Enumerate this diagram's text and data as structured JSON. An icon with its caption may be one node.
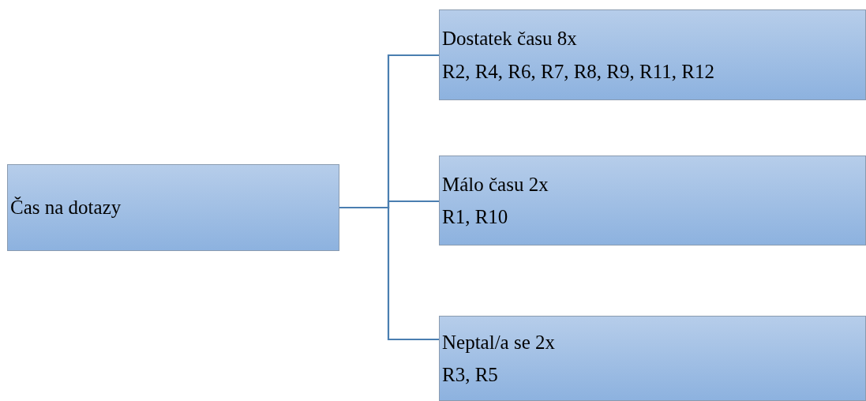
{
  "diagram": {
    "nodes": [
      {
        "text": [
          "Čas na dotazy"
        ]
      },
      {
        "text": [
          "Dostatek času 8x",
          "R2, R4, R6, R7, R8, R9, R11, R12"
        ]
      },
      {
        "text": [
          "Málo času 2x",
          "R1, R10"
        ]
      },
      {
        "text": [
          "Neptal/a se 2x",
          "R3, R5"
        ]
      }
    ],
    "edges": [
      {
        "from": 0,
        "to": 1,
        "arrow": "none"
      },
      {
        "from": 0,
        "to": 2,
        "arrow": "none"
      },
      {
        "from": 0,
        "to": 3,
        "arrow": "none"
      }
    ]
  }
}
